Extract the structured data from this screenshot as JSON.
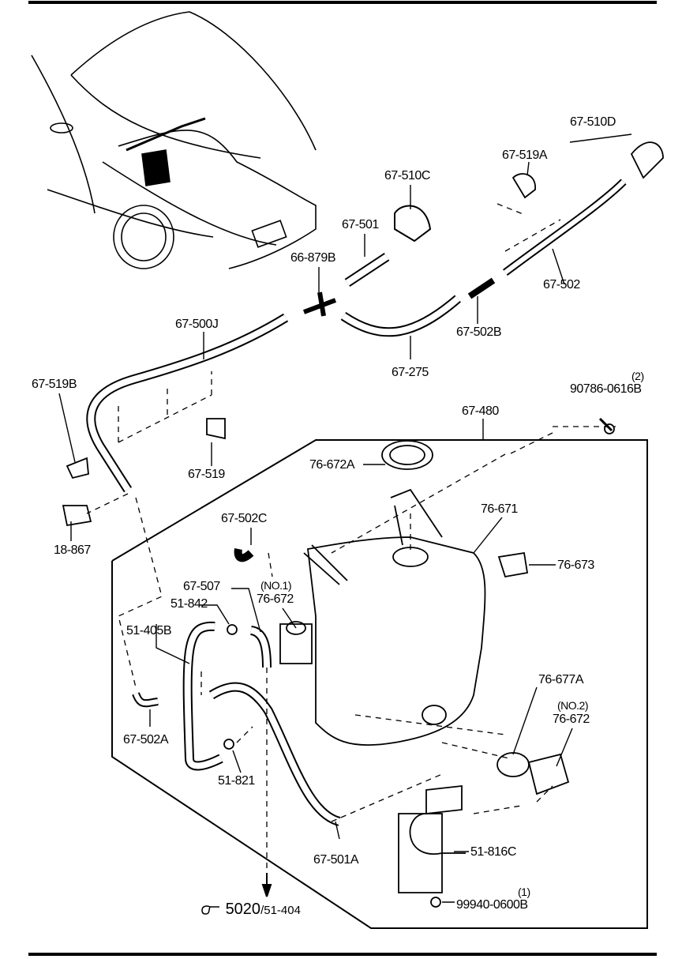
{
  "parts": {
    "p67_510D": "67-510D",
    "p67_519A": "67-519A",
    "p67_510C": "67-510C",
    "p67_501": "67-501",
    "p66_879B": "66-879B",
    "p67_502": "67-502",
    "p67_500J": "67-500J",
    "p67_502B": "67-502B",
    "p67_275": "67-275",
    "p67_519B": "67-519B",
    "p90786_qty": "(2)",
    "p90786": "90786-0616B",
    "p67_480": "67-480",
    "p67_519": "67-519",
    "p76_672A": "76-672A",
    "p76_671": "76-671",
    "p18_867": "18-867",
    "p67_502C": "67-502C",
    "p76_673": "76-673",
    "p67_507": "67-507",
    "p76_672_no1_note": "(NO.1)",
    "p76_672_no1": "76-672",
    "p51_842": "51-842",
    "p51_405B": "51-405B",
    "p76_677A": "76-677A",
    "p76_672_no2_note": "(NO.2)",
    "p76_672_no2": "76-672",
    "p67_502A": "67-502A",
    "p51_821": "51-821",
    "p67_501A": "67-501A",
    "p51_816C": "51-816C",
    "p99940_qty": "(1)",
    "p99940": "99940-0600B"
  },
  "reference": {
    "icon": "pointing-hand-icon",
    "main": "5020",
    "sub": "/51-404"
  }
}
